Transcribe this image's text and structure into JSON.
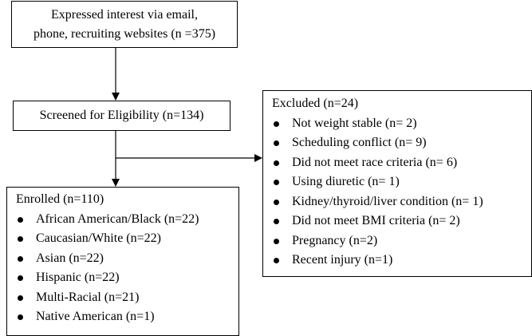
{
  "nodes": {
    "interest": {
      "lines": [
        "Expressed interest via email,",
        "phone, recruiting websites (n =375)"
      ]
    },
    "screened": {
      "label": "Screened for Eligibility (n=134)"
    },
    "excluded": {
      "title": "Excluded (n=24)",
      "items": [
        "Not weight stable (n= 2)",
        "Scheduling conflict (n= 9)",
        "Did not meet race criteria (n= 6)",
        "Using diuretic (n= 1)",
        "Kidney/thyroid/liver condition (n= 1)",
        "Did not meet BMI criteria (n= 2)",
        "Pregnancy (n=2)",
        "Recent injury (n=1)"
      ]
    },
    "enrolled": {
      "title": "Enrolled (n=110)",
      "items": [
        "African American/Black (n=22)",
        "Caucasian/White (n=22)",
        "Asian (n=22)",
        "Hispanic (n=22)",
        "Multi-Racial (n=21)",
        "Native American (n=1)"
      ]
    }
  },
  "edges": [
    {
      "from": "interest",
      "to": "screened"
    },
    {
      "from": "screened",
      "to": "excluded"
    },
    {
      "from": "screened",
      "to": "enrolled"
    }
  ],
  "colors": {
    "stroke": "#000000",
    "background": "#ffffff"
  }
}
